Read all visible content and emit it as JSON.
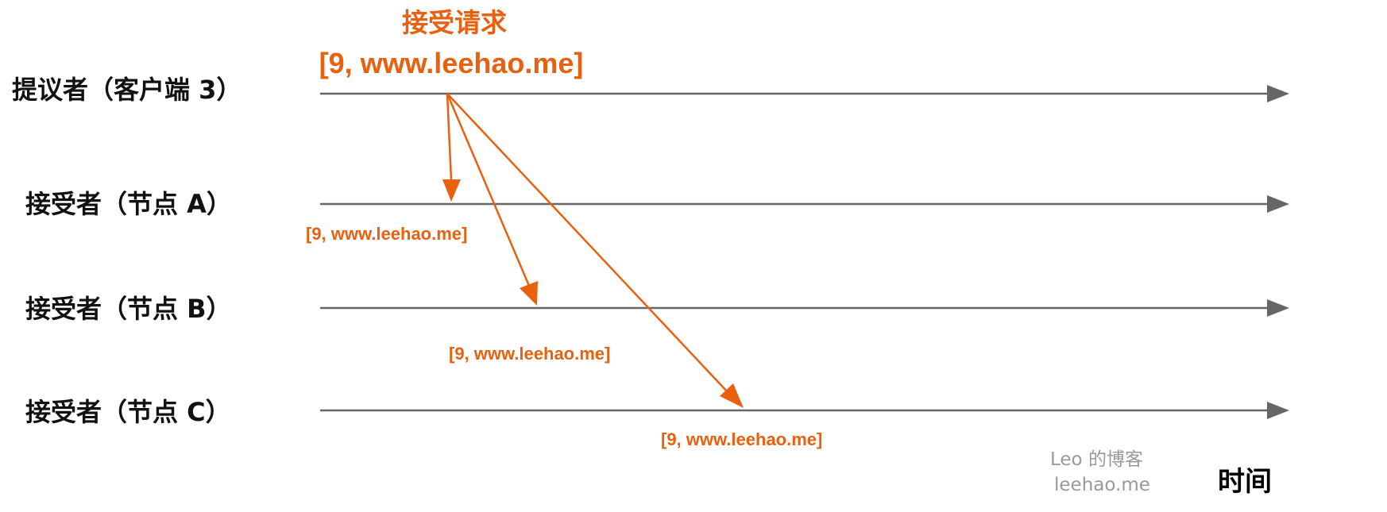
{
  "colors": {
    "accent": "#e9600f",
    "lane": "#666666",
    "text": "#111111",
    "watermark": "#999999"
  },
  "proposer": {
    "label": "提议者（客户端 3）"
  },
  "acceptors": [
    {
      "label": "接受者（节点 A）",
      "message": "[9, www.leehao.me]"
    },
    {
      "label": "接受者（节点 B）",
      "message": "[9, www.leehao.me]"
    },
    {
      "label": "接受者（节点 C）",
      "message": "[9, www.leehao.me]"
    }
  ],
  "request": {
    "title": "接受请求",
    "value": "[9, www.leehao.me]"
  },
  "time_axis": {
    "label": "时间"
  },
  "watermark": {
    "line1": "Leo 的博客",
    "line2": "leehao.me"
  }
}
